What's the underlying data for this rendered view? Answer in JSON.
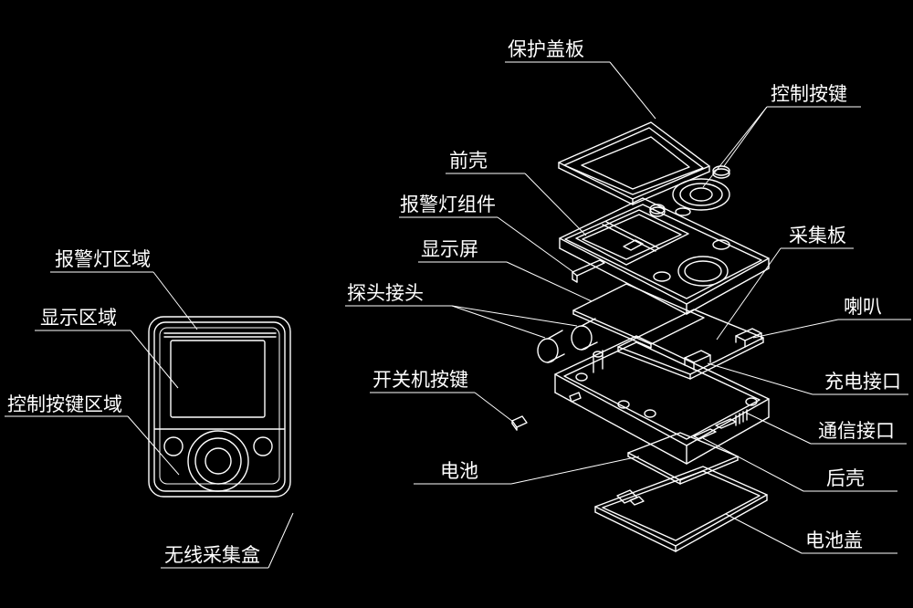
{
  "labels": {
    "alarm_area": "报警灯区域",
    "display_area": "显示区域",
    "button_area": "控制按键区域",
    "device_name": "无线采集盒",
    "cover_plate": "保护盖板",
    "control_buttons": "控制按键",
    "front_shell": "前壳",
    "alarm_assembly": "报警灯组件",
    "screen": "显示屏",
    "probe_connector": "探头接头",
    "power_button": "开关机按键",
    "battery": "电池",
    "acq_board": "采集板",
    "speaker": "喇叭",
    "charge_port": "充电接口",
    "comm_port": "通信接口",
    "rear_shell": "后壳",
    "battery_cover": "电池盖"
  },
  "colors": {
    "background": "#000000",
    "line": "#ffffff"
  }
}
